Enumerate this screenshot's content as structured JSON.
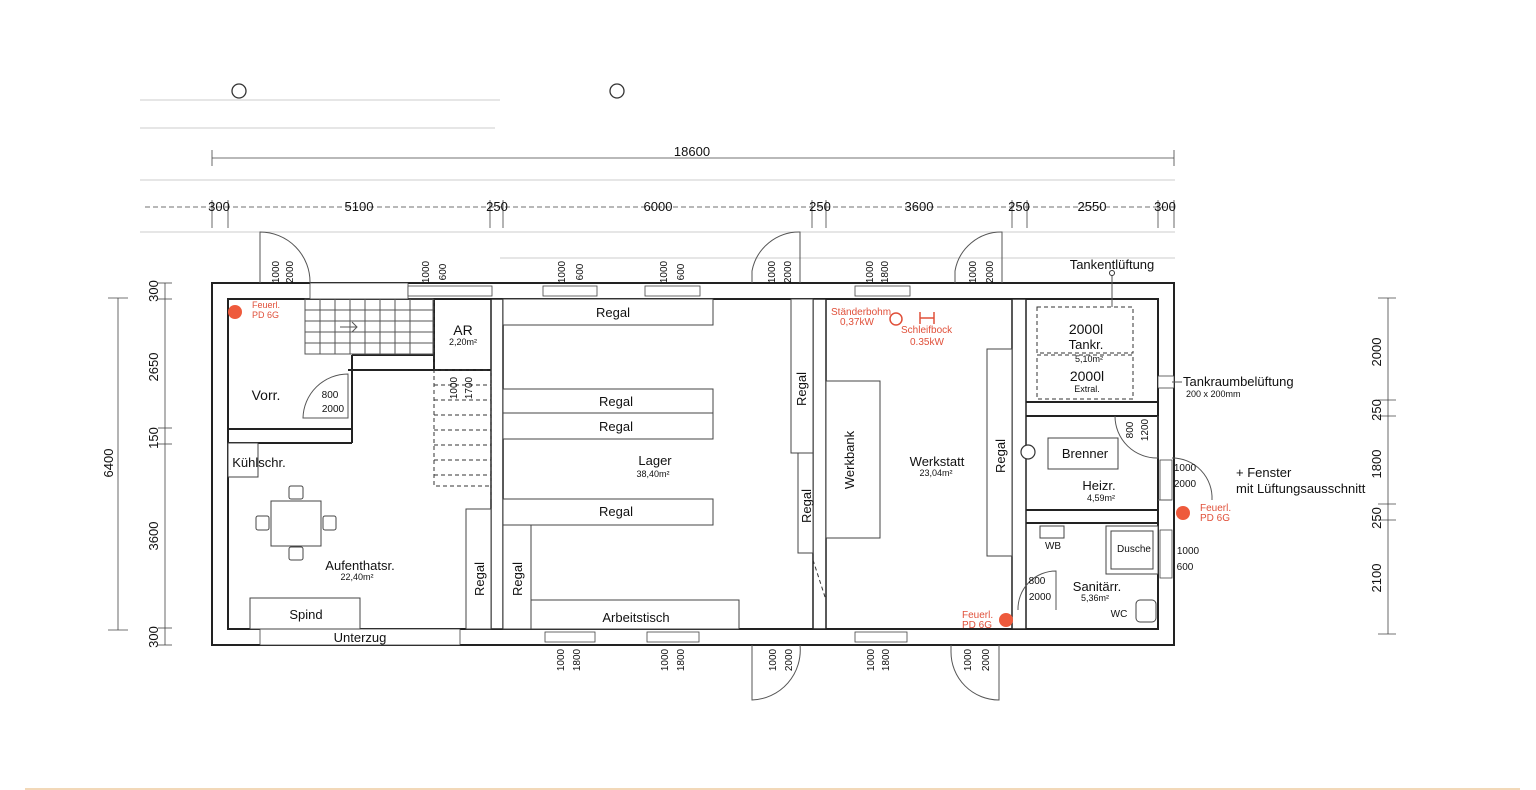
{
  "dimensions": {
    "total": "18600",
    "top_segments": [
      "300",
      "5100",
      "250",
      "6000",
      "250",
      "3600",
      "250",
      "2550",
      "300"
    ],
    "left_total": "6400",
    "left_segments": [
      "300",
      "2650",
      "150",
      "3600",
      "300"
    ],
    "right_segments": [
      "2000",
      "250",
      "1800",
      "250",
      "2100"
    ]
  },
  "rooms": {
    "vorr": {
      "name": "Vorr."
    },
    "ar": {
      "name": "AR",
      "area": "2,20m²"
    },
    "aufenthalt": {
      "name": "Aufenthatsr.",
      "area": "22,40m²"
    },
    "lager": {
      "name": "Lager",
      "area": "38,40m²"
    },
    "werkstatt": {
      "name": "Werkstatt",
      "area": "23,04m²"
    },
    "tank": {
      "name": "Tankr.",
      "area": "5,10m²"
    },
    "heiz": {
      "name": "Heizr.",
      "area": "4,59m²"
    },
    "sanitaer": {
      "name": "Sanitärr.",
      "area": "5,36m²"
    }
  },
  "labels": {
    "regal": "Regal",
    "kuehlschr": "Kühlschr.",
    "spind": "Spind",
    "unterzug": "Unterzug",
    "arbeitstisch": "Arbeitstisch",
    "werkbank": "Werkbank",
    "brenner": "Brenner",
    "tank1": "2000l",
    "tank2": "2000l",
    "tank2_sub": "Extral.",
    "dusche": "Dusche",
    "wb": "WB",
    "wc": "WC",
    "tankentlueftung": "Tankentlüftung",
    "tankraumbelueftung": "Tankraumbelüftung",
    "tankraumbelueftung_size": "200 x 200mm",
    "fenster1": "+ Fenster",
    "fenster2": "mit Lüftungsausschnitt"
  },
  "equipment": {
    "staenderbohr_name": "Ständerbohm.",
    "staenderbohr_power": "0,37kW",
    "schleifbock_name": "Schleifbock",
    "schleifbock_power": "0.35kW"
  },
  "fire_extinguishers": {
    "line1": "Feuerl.",
    "line2": "PD 6G"
  },
  "openings": {
    "d1000_2000": [
      "1000",
      "2000"
    ],
    "w1000_600": [
      "1000",
      "600"
    ],
    "w1000_1800": [
      "1000",
      "1800"
    ],
    "w1000_1700": [
      "1000",
      "1700"
    ],
    "d800_2000": [
      "800",
      "2000"
    ],
    "d800_1200": [
      "800",
      "1200"
    ]
  },
  "colors": {
    "fire_marker": "#ee5a3c",
    "wall": "#222222"
  }
}
